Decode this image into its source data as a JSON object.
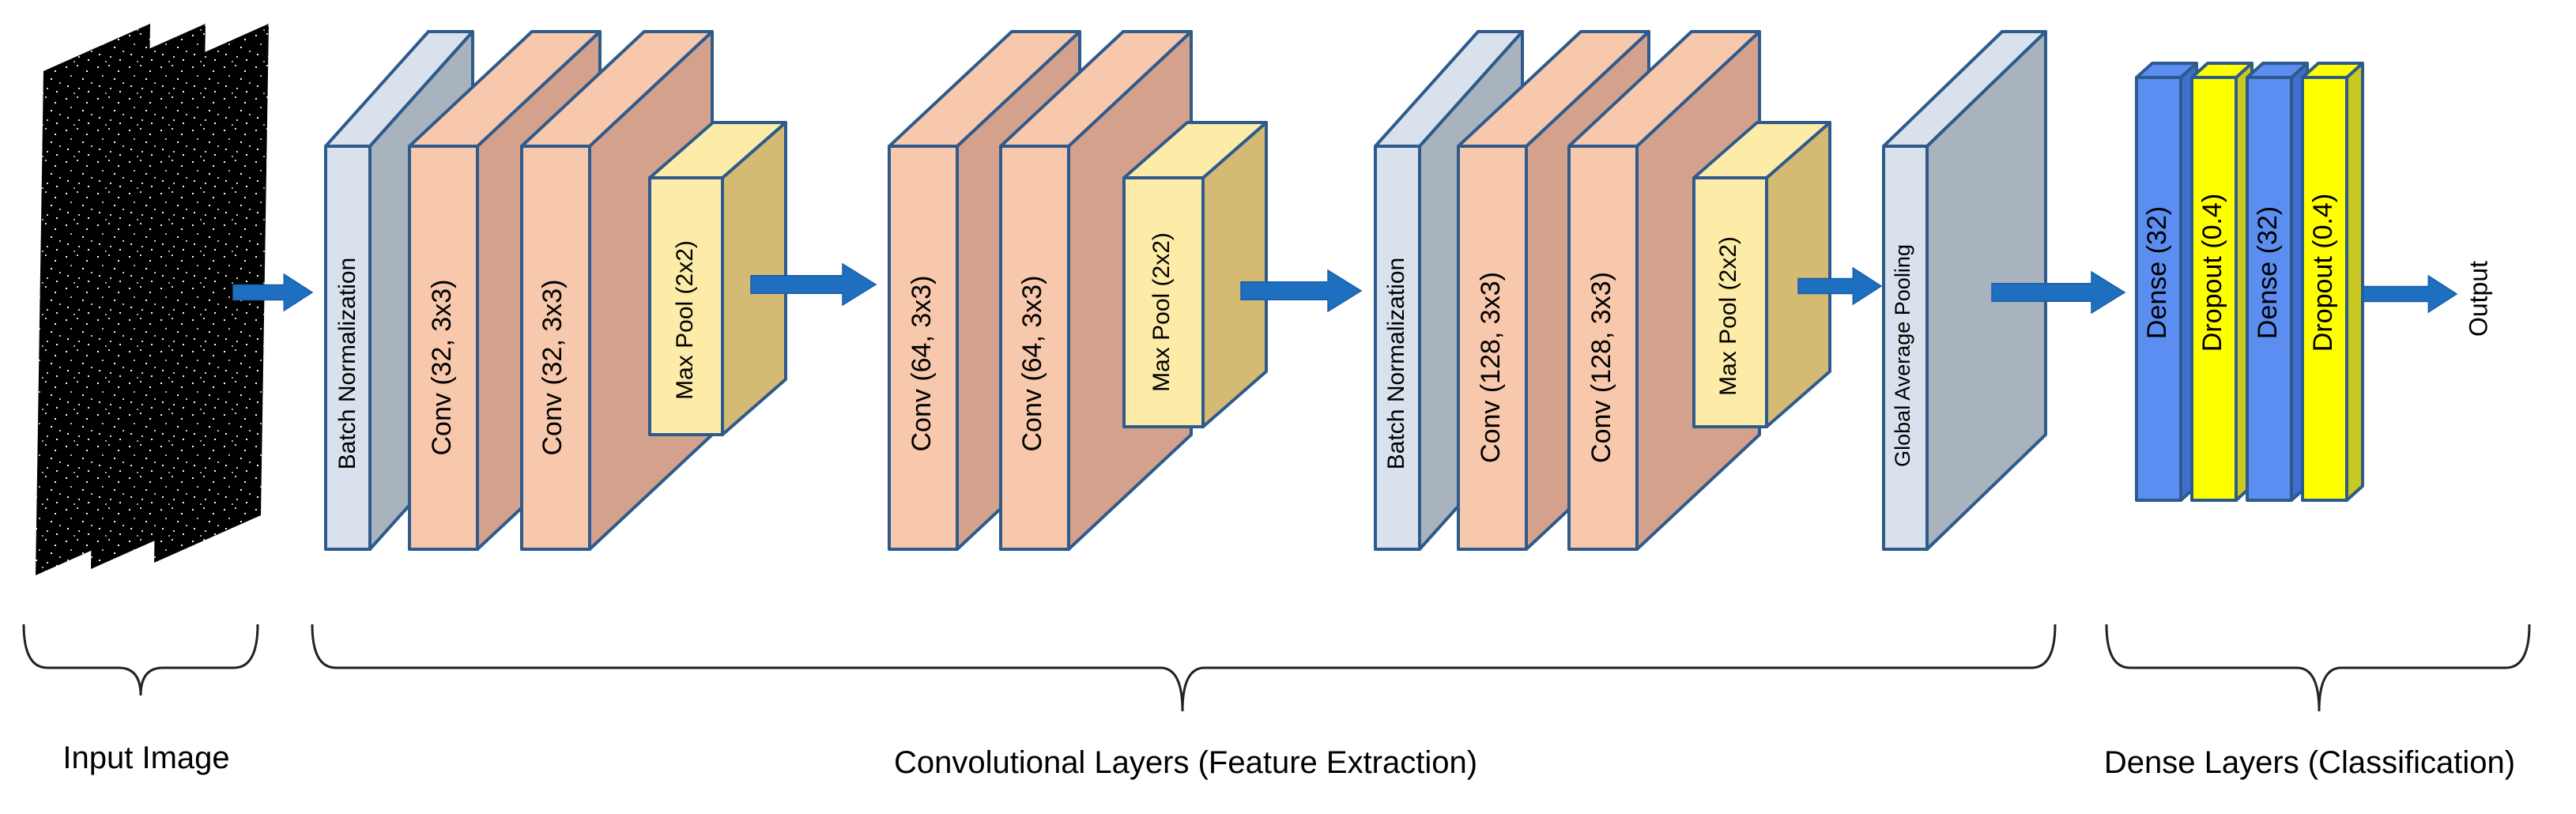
{
  "colors": {
    "batch_norm": "#d9e2ec",
    "batch_norm_side": "#a9b3bd",
    "conv": "#f8c8ac",
    "conv_side": "#d4a28c",
    "pool": "#fdeba8",
    "pool_side": "#d4ba72",
    "gap": "#d9e2ec",
    "gap_side": "#a9b3bd",
    "dense": "#5b8ef0",
    "dense_side": "#3e6fd0",
    "dropout": "#ffff00",
    "dropout_side": "#c9c922",
    "outline": "#2e5a8c",
    "arrow": "#1f6fc0"
  },
  "input_image": {
    "icon": "noise-image-stack-icon"
  },
  "layers": {
    "bn1": "Batch Normalization",
    "conv1": "Conv (32, 3x3)",
    "conv2": "Conv (32, 3x3)",
    "pool1": "Max Pool (2x2)",
    "conv3": "Conv (64, 3x3)",
    "conv4": "Conv (64, 3x3)",
    "pool2": "Max Pool (2x2)",
    "bn2": "Batch Normalization",
    "conv5": "Conv (128, 3x3)",
    "conv6": "Conv (128, 3x3)",
    "pool3": "Max Pool (2x2)",
    "gap": "Global Average Pooling",
    "dense1": "Dense (32)",
    "dropout1": "Dropout (0.4)",
    "dense2": "Dense (32)",
    "dropout2": "Dropout (0.4)",
    "output": "Output"
  },
  "groups": {
    "input": "Input Image",
    "conv": "Convolutional Layers (Feature Extraction)",
    "dense": "Dense Layers (Classification)"
  }
}
